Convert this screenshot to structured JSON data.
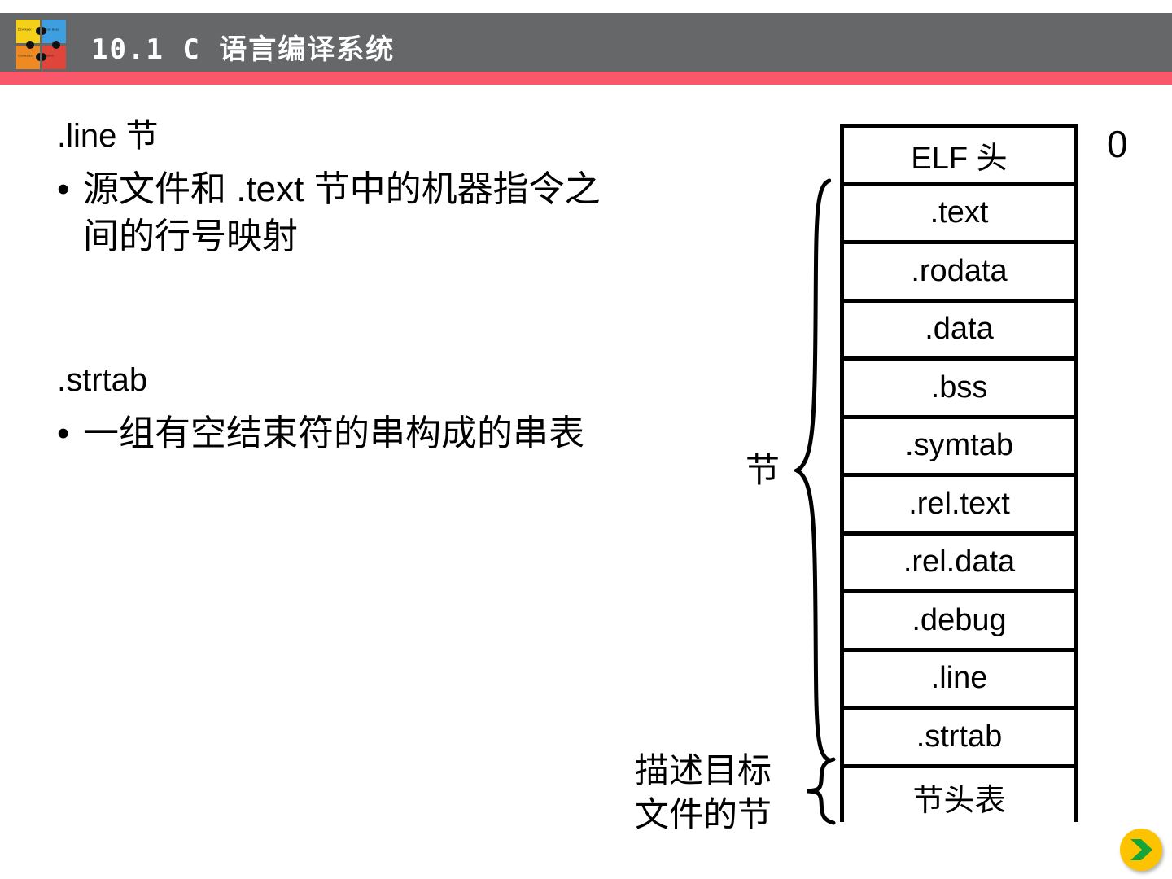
{
  "header": {
    "title": "10.1 C 语言编译系统",
    "bar_color": "#656769",
    "accent_color": "#f9576a",
    "logo": {
      "name": "puzzle-logo",
      "pieces": [
        {
          "label": "Developer",
          "color": "#f5d019"
        },
        {
          "label": "Code Base",
          "color": "#3d9fe0"
        },
        {
          "label": "Connection",
          "color": "#ef8a22"
        },
        {
          "label": "System",
          "color": "#e0453a"
        }
      ]
    }
  },
  "content": {
    "blocks": [
      {
        "heading": ".line 节",
        "bullet_marker": "•",
        "bullet": "源文件和 .text 节中的机器指令之间的行号映射"
      },
      {
        "heading": ".strtab",
        "bullet_marker": "•",
        "bullet": "一组有空结束符的串构成的串表"
      }
    ]
  },
  "diagram": {
    "offset_label": "0",
    "rows": [
      {
        "label": "ELF 头"
      },
      {
        "label": ".text"
      },
      {
        "label": ".rodata"
      },
      {
        "label": ".data"
      },
      {
        "label": ".bss"
      },
      {
        "label": ".symtab"
      },
      {
        "label": ".rel.text"
      },
      {
        "label": ".rel.data"
      },
      {
        "label": ".debug"
      },
      {
        "label": ".line"
      },
      {
        "label": ".strtab"
      },
      {
        "label": "节头表"
      }
    ],
    "annotations": {
      "sections_label": "节",
      "footer_label_line1": "描述目标",
      "footer_label_line2": "文件的节"
    }
  },
  "navigation": {
    "next_label": "next-slide",
    "button_color": "#fdc300",
    "arrow_color": "#13a538"
  }
}
